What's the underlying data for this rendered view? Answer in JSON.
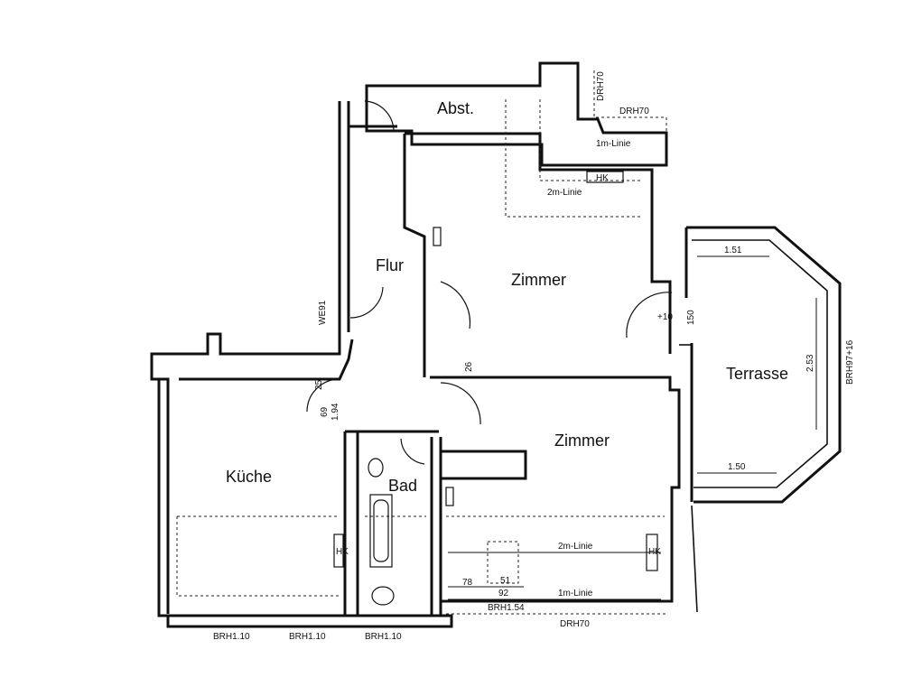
{
  "rooms": {
    "abst": "Abst.",
    "flur": "Flur",
    "zimmer_top": "Zimmer",
    "zimmer_bottom": "Zimmer",
    "kueche": "Küche",
    "bad": "Bad",
    "terrasse": "Terrasse"
  },
  "annotations": {
    "drh70_top": "DRH70",
    "drh70_vertical": "DRH70",
    "line_1m_top": "1m-Linie",
    "line_2m_top": "2m-Linie",
    "line_2m_bottom": "2m-Linie",
    "line_1m_bottom": "1m-Linie",
    "hk": "HK",
    "we91": "WE91",
    "t10": "+10",
    "t150": "150",
    "t26": "26",
    "t25": "25",
    "t69": "69",
    "t194": "1.94",
    "t151": "1.51",
    "t150b": "1.50",
    "t253": "2.53",
    "brh97": "BRH97+16",
    "t78": "78",
    "t51": "51",
    "t92": "92",
    "brh154": "BRH1.54",
    "drh70_bottom": "DRH70",
    "brh110_a": "BRH1.10",
    "brh110_b": "BRH1.10",
    "brh110_c": "BRH1.10"
  }
}
